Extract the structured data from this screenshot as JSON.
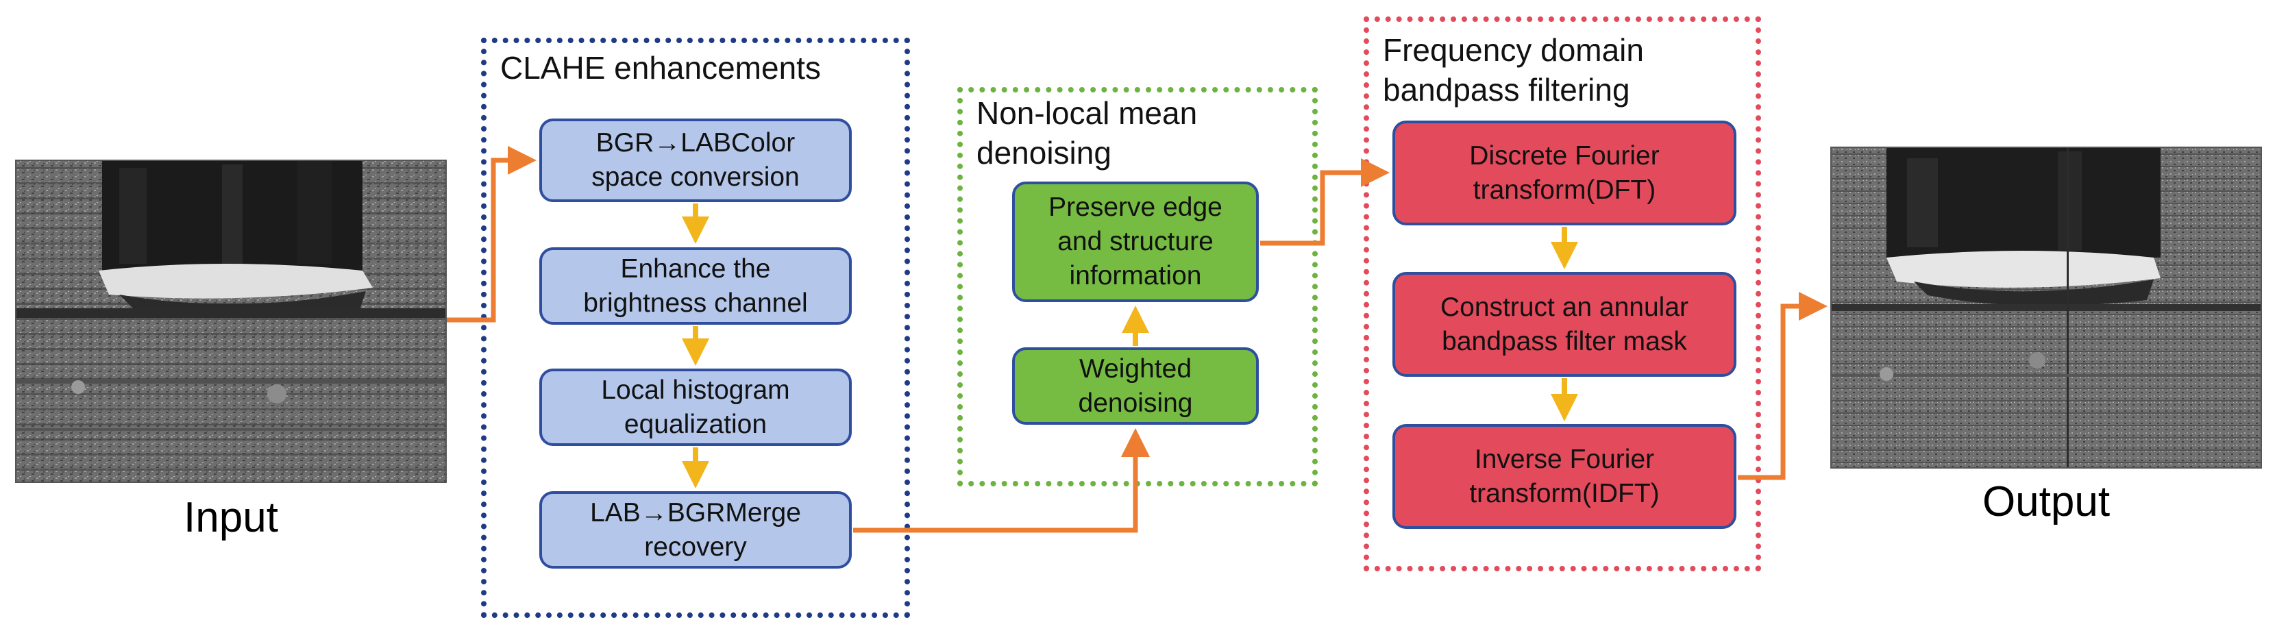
{
  "colors": {
    "orange_arrow": "#ed7d31",
    "gold_arrow": "#f2b61c",
    "clahe_border": "#1f3b87",
    "nlm_border": "#6cb33f",
    "freq_border": "#e34a5b",
    "blue_node": "#b4c6ea",
    "green_node": "#76bc42",
    "red_node": "#e34a5b"
  },
  "input": {
    "caption": "Input"
  },
  "output": {
    "caption": "Output"
  },
  "clahe": {
    "title": "CLAHE enhancements",
    "steps": [
      "BGR→LABColor\nspace conversion",
      "Enhance the\nbrightness channel",
      "Local histogram\nequalization",
      "LAB→BGRMerge\nrecovery"
    ]
  },
  "nlm": {
    "title": "Non-local mean\ndenoising",
    "steps": [
      "Preserve edge\nand structure\ninformation",
      "Weighted\ndenoising"
    ]
  },
  "freq": {
    "title": "Frequency domain\nbandpass filtering",
    "steps": [
      "Discrete Fourier\ntransform(DFT)",
      "Construct an annular\nbandpass filter mask",
      "Inverse Fourier\ntransform(IDFT)"
    ]
  }
}
